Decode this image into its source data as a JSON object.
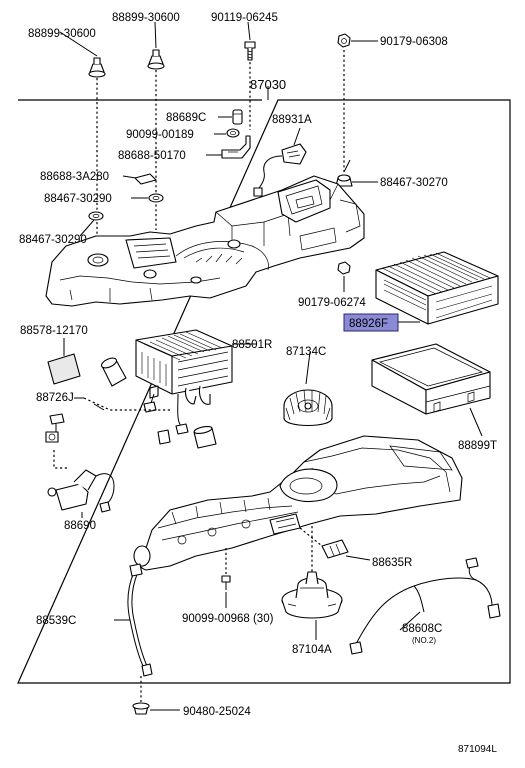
{
  "diagram": {
    "figure_code": "871094L",
    "highlight_color": "#8a8ad6",
    "labels": {
      "p88899_30600_a": "88899-30600",
      "p90119_06245": "90119-06245",
      "p88899_30600_b": "88899-30600",
      "p90179_06308": "90179-06308",
      "p87030": "87030",
      "p88689C": "88689C",
      "p88931A": "88931A",
      "p90099_00189": "90099-00189",
      "p88688_50170": "88688-50170",
      "p88688_3A280": "88688-3A280",
      "p88467_30270": "88467-30270",
      "p88467_30290_a": "88467-30290",
      "p88467_30290_b": "88467-30290",
      "p90179_06274": "90179-06274",
      "p88926F": "88926F",
      "p88578_12170": "88578-12170",
      "p88501R": "88501R",
      "p87134C": "87134C",
      "p88726J": "88726J",
      "p88899T": "88899T",
      "p88690": "88690",
      "p88635R": "88635R",
      "p88539C": "88539C",
      "p90099_00968": "90099-00968 (30)",
      "p88608C": "88608C",
      "p88608C_note": "(NO.2)",
      "p87104A": "87104A",
      "p90480_25024": "90480-25024"
    }
  }
}
